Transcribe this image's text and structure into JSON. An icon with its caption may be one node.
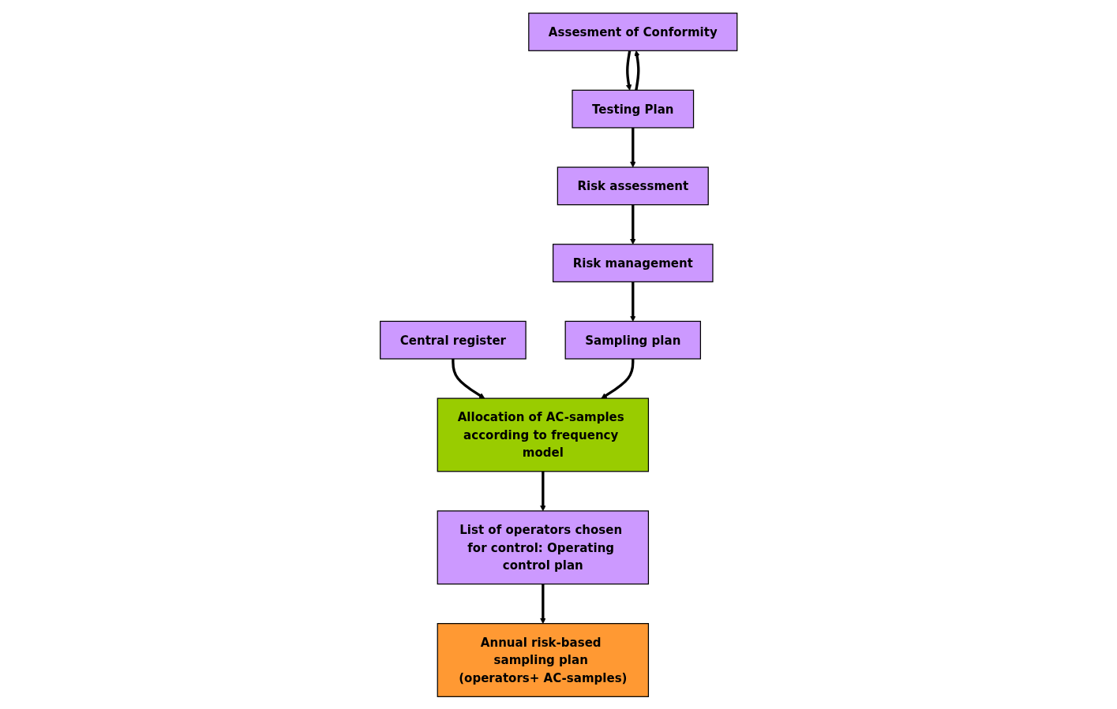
{
  "diagram": {
    "nodes": [
      {
        "text": [
          "Central register"
        ]
      },
      {
        "text": [
          "Allocation of AC-samples according to frequency model"
        ]
      },
      {
        "text": [
          "Sampling plan"
        ]
      },
      {
        "text": [
          "Risk management"
        ]
      },
      {
        "text": [
          "Risk assessment"
        ]
      },
      {
        "text": [
          "List of operators chosen for control: Operating control plan"
        ]
      },
      {
        "text": [
          "Annual risk-based sampling plan (operators+ AC-samples)"
        ]
      },
      {
        "text": [
          "Assesment of Conformity"
        ]
      },
      {
        "text": [
          "Testing Plan"
        ]
      }
    ],
    "edges": [
      {
        "from": 0,
        "to": 1,
        "arrow": "to"
      },
      {
        "from": 2,
        "to": 1,
        "arrow": "to"
      },
      {
        "from": 3,
        "to": 2,
        "arrow": "to"
      },
      {
        "from": 4,
        "to": 3,
        "arrow": "to"
      },
      {
        "from": 8,
        "to": 4,
        "arrow": "to"
      },
      {
        "from": 7,
        "to": 8,
        "arrow": "to"
      },
      {
        "from": 8,
        "to": 7,
        "arrow": "to"
      },
      {
        "from": 1,
        "to": 5,
        "arrow": "to"
      },
      {
        "from": 5,
        "to": 6,
        "arrow": "to"
      }
    ]
  }
}
